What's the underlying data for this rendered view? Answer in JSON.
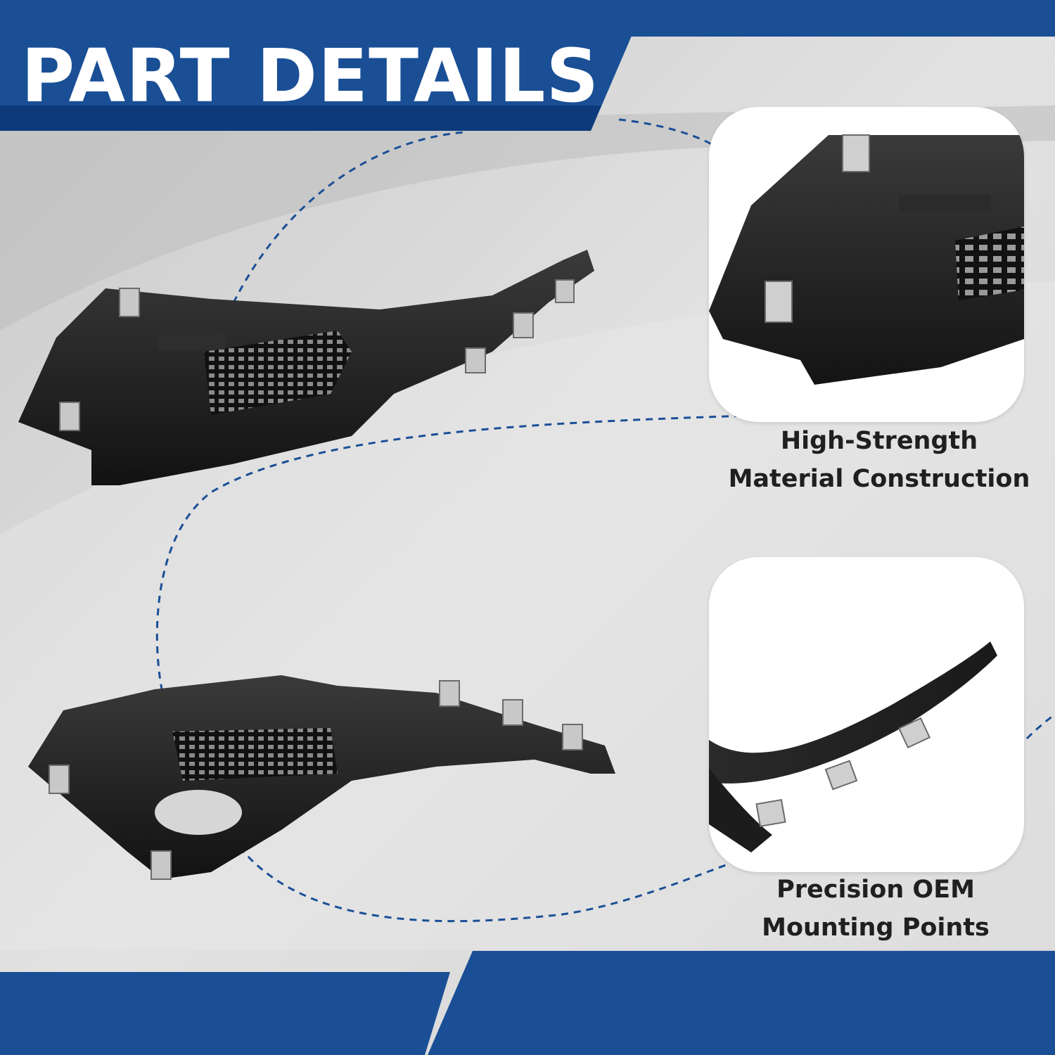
{
  "header": {
    "title": "PART DETAILS"
  },
  "features": [
    {
      "line1": "High-Strength",
      "line2": "Material Construction"
    },
    {
      "line1": "Precision OEM",
      "line2": "Mounting Points"
    }
  ],
  "colors": {
    "brand_blue": "#1a4f96",
    "dark_blue": "#0d3a7a",
    "part_black": "#1b1b1b",
    "background_gray": "#d6d6d6"
  },
  "icons": [
    "bracket-top-image",
    "bracket-bottom-image",
    "detail-grille-image",
    "detail-clips-image"
  ]
}
